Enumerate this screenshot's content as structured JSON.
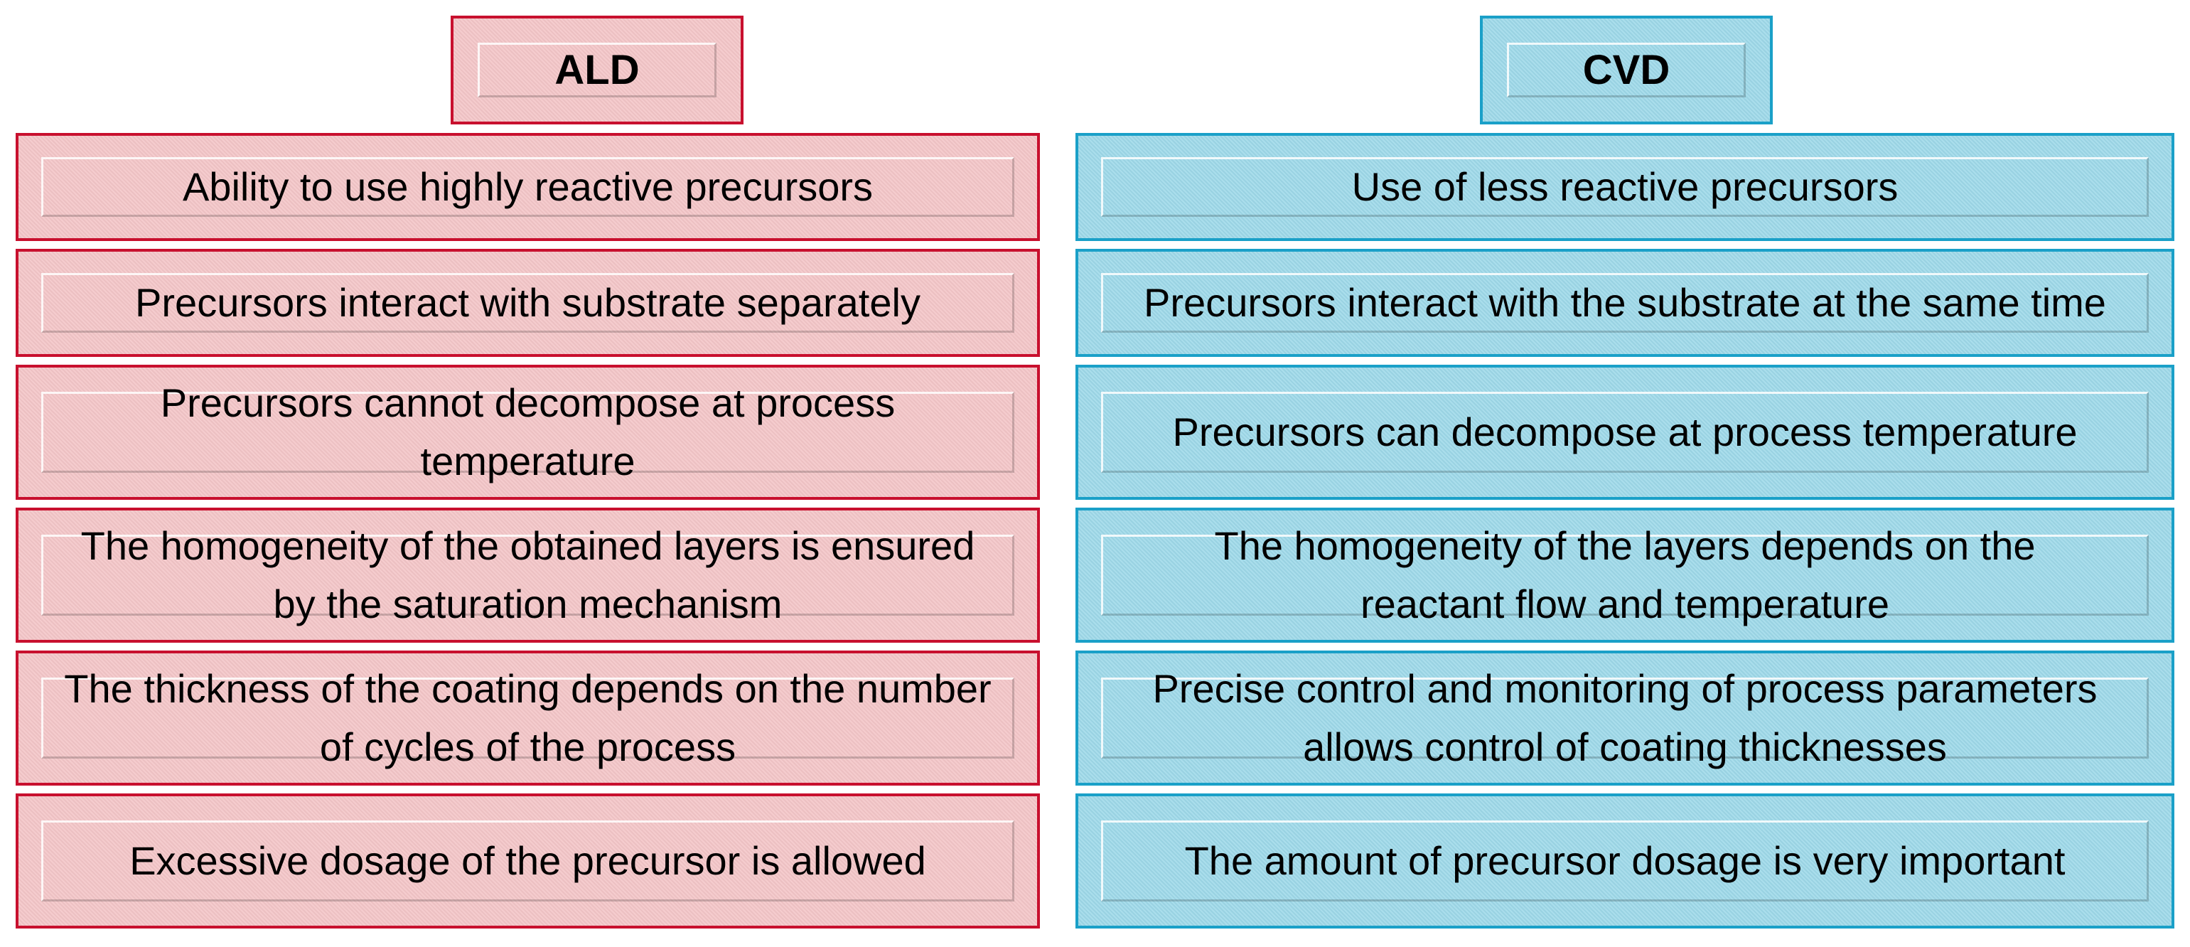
{
  "ald": {
    "title": "ALD",
    "items": [
      "Ability to use highly reactive precursors",
      "Precursors interact with substrate separately",
      "Precursors cannot decompose at process temperature",
      "The homogeneity of the obtained layers is ensured by the saturation mechanism",
      "The thickness of the coating depends on the number of cycles of the process",
      "Excessive dosage of the precursor is allowed"
    ]
  },
  "cvd": {
    "title": "CVD",
    "items": [
      "Use of less reactive precursors",
      "Precursors interact with the substrate at the same time",
      "Precursors can decompose at process temperature",
      "The homogeneity of the layers depends on the reactant flow and temperature",
      "Precise control and monitoring of process parameters allows control of coating thicknesses",
      "The amount of precursor dosage is very important"
    ]
  },
  "colors": {
    "ald_border": "#c8102e",
    "ald_fill": "#f4c6c8",
    "cvd_border": "#1aa0c8",
    "cvd_fill": "#9ed9e9"
  }
}
